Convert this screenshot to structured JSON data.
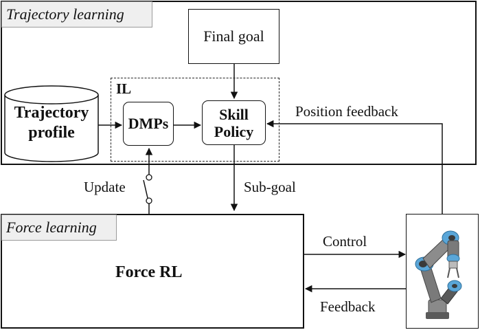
{
  "trajectory_section": {
    "title": "Trajectory learning"
  },
  "final_goal": {
    "label": "Final goal"
  },
  "il_group": {
    "label": "IL"
  },
  "trajectory_profile": {
    "line1": "Trajectory",
    "line2": "profile"
  },
  "dmps": {
    "label": "DMPs"
  },
  "skill_policy": {
    "line1": "Skill",
    "line2": "Policy"
  },
  "position_feedback": {
    "label": "Position feedback"
  },
  "update": {
    "label": "Update"
  },
  "sub_goal": {
    "label": "Sub-goal"
  },
  "force_section": {
    "title": "Force learning"
  },
  "force_rl": {
    "label": "Force RL"
  },
  "control": {
    "label": "Control"
  },
  "feedback": {
    "label": "Feedback"
  },
  "robot": {
    "icon": "robot-arm-icon",
    "colors": {
      "joint": "#5aa6d8",
      "link": "#7a7a7a",
      "dark": "#3a3a3a"
    }
  }
}
